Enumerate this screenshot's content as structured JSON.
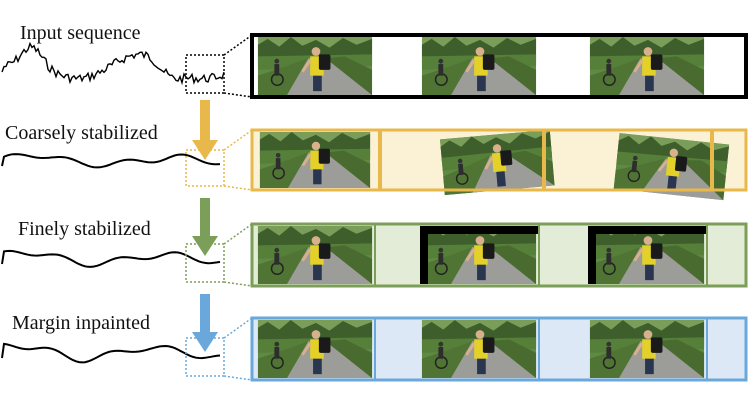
{
  "rows": [
    {
      "label": "Input sequence",
      "color": "#000000",
      "bg": "#ffffff"
    },
    {
      "label": "Coarsely stabilized",
      "color": "#e8b84a",
      "bg": "#fbf1d4"
    },
    {
      "label": "Finely stabilized",
      "color": "#7b9e58",
      "bg": "#e3ecd6"
    },
    {
      "label": "Margin inpainted",
      "color": "#6aa8dc",
      "bg": "#dce8f5"
    }
  ],
  "colors": {
    "sky": "#8fb3c8",
    "foliage": "#4a6b34",
    "foliage_dark": "#2f4a22",
    "road": "#9a9a98",
    "shirt": "#e3d12a",
    "pants": "#2a3550",
    "bag": "#1a1a1a",
    "skin": "#d9b08c"
  }
}
